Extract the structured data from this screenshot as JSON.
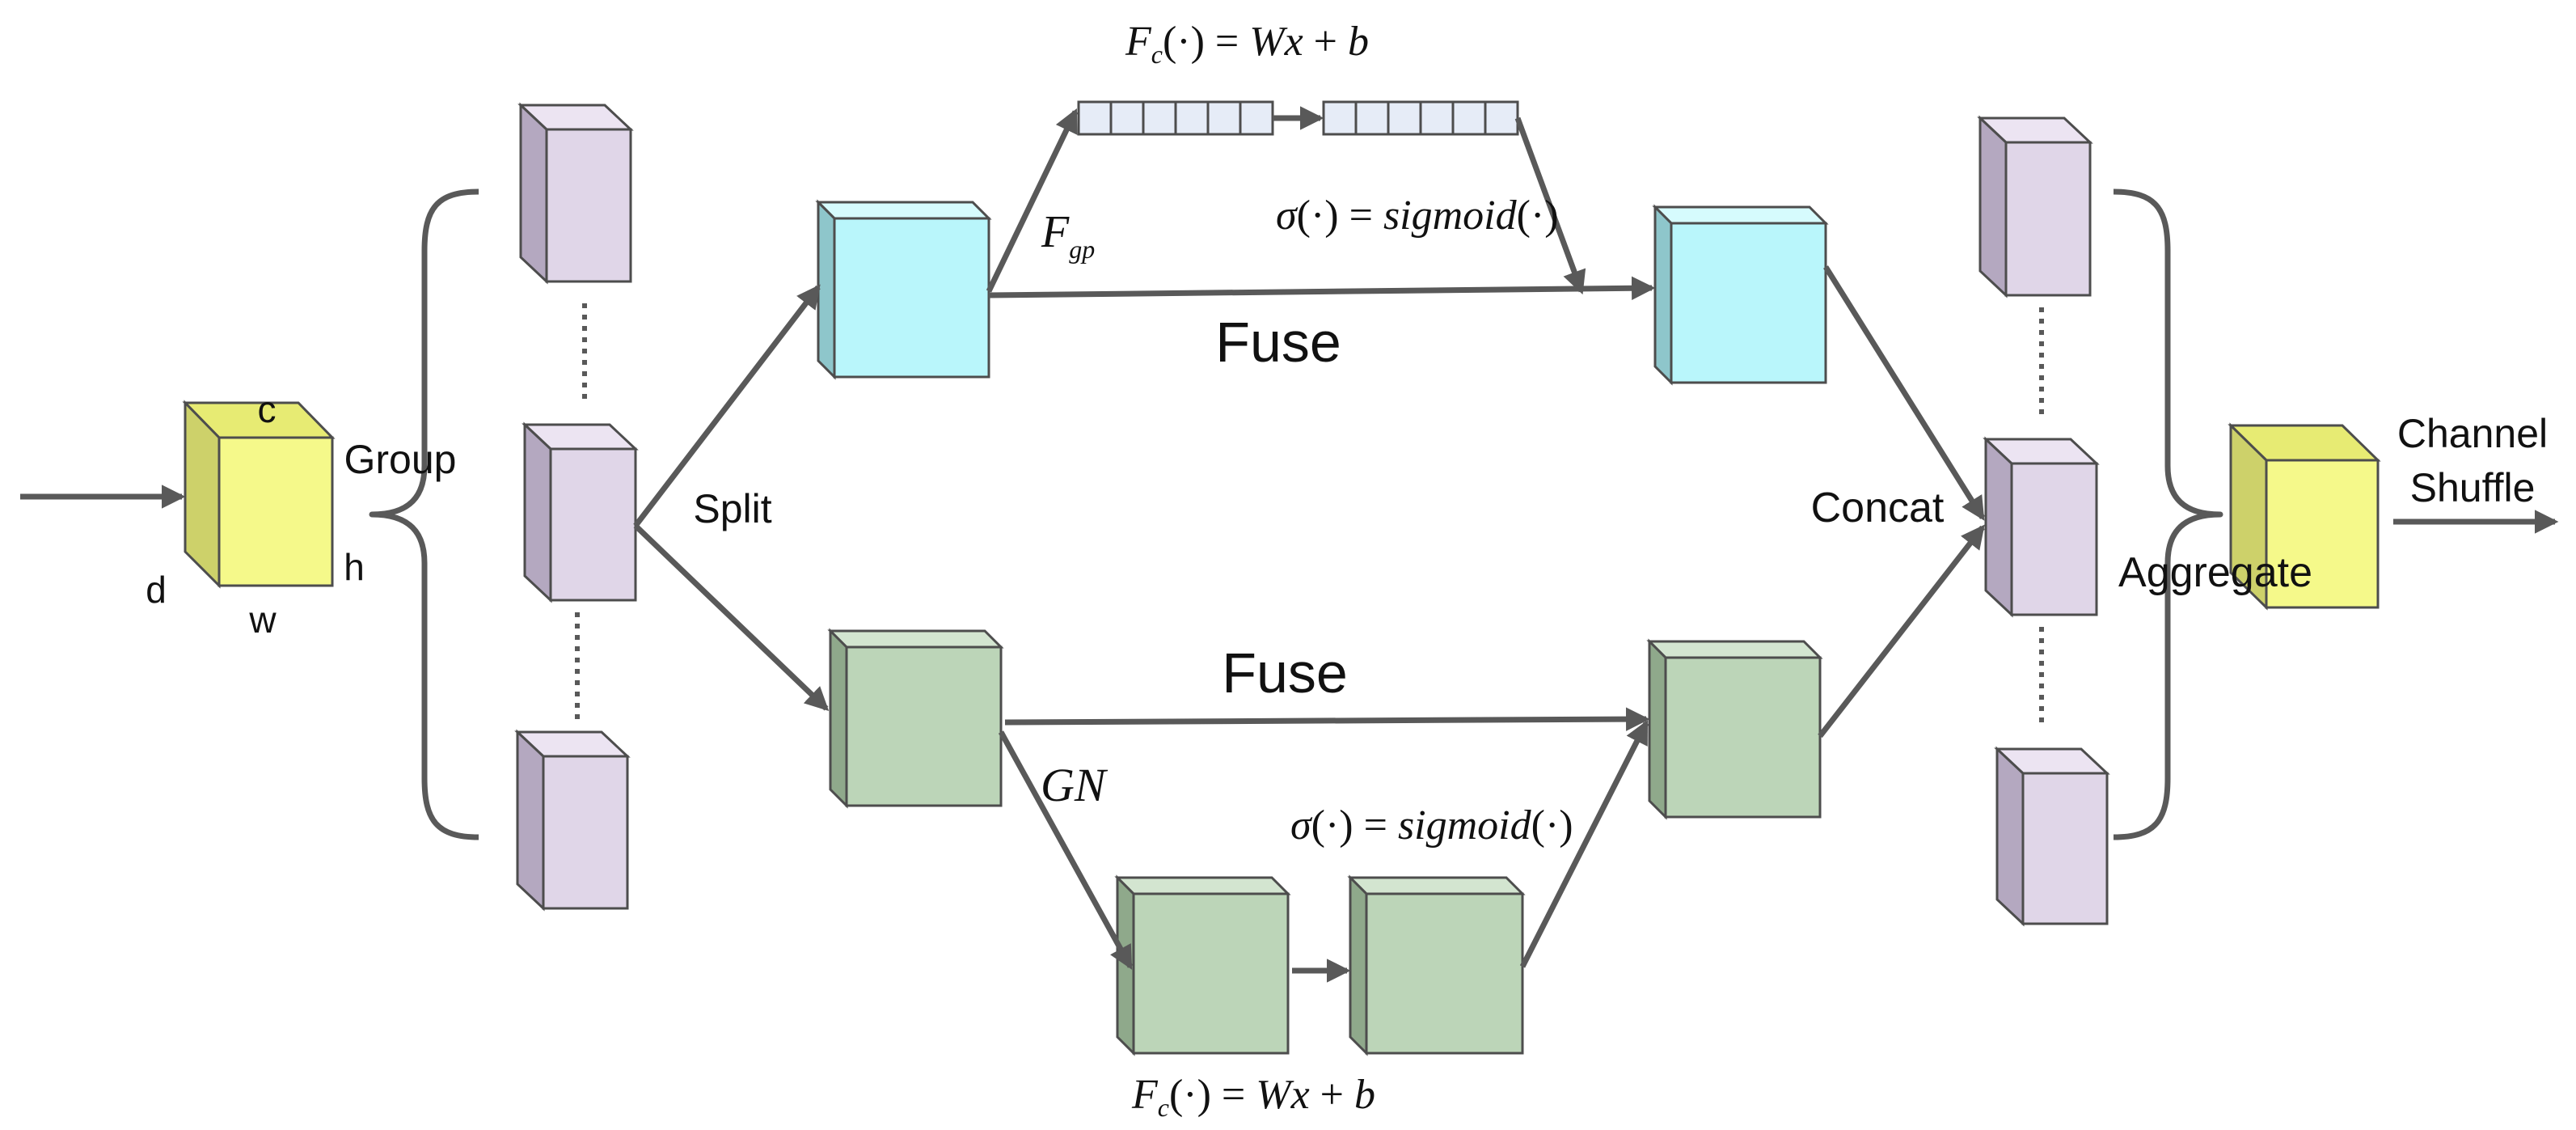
{
  "labels": {
    "input_c": "c",
    "input_h": "h",
    "input_d": "d",
    "input_w": "w",
    "group": "Group",
    "split": "Split",
    "fuse_top": "Fuse",
    "fuse_bottom": "Fuse",
    "concat": "Concat",
    "aggregate": "Aggregate",
    "channel": "Channel",
    "shuffle": "Shuffle"
  },
  "formulas": {
    "fc_top": {
      "F": "F",
      "sub": "c",
      "rest": "(·) = ",
      "W": "Wx",
      "plus": " + ",
      "b": "b"
    },
    "fgp": {
      "F": "F",
      "sub": "gp"
    },
    "sigma_top": {
      "sigma": "σ",
      "eq": "(·) = ",
      "fn": "sigmoid",
      "arg": "(·)"
    },
    "gn": "GN",
    "sigma_bottom": {
      "sigma": "σ",
      "eq": "(·) = ",
      "fn": "sigmoid",
      "arg": "(·)"
    },
    "fc_bottom": {
      "F": "F",
      "sub": "c",
      "rest": "(·) = ",
      "W": "Wx",
      "plus": " + ",
      "b": "b"
    }
  },
  "colors": {
    "input_block": "#f5f98a",
    "group_block": "#e0d6e8",
    "channel_branch": "#b9f6fb",
    "spatial_branch": "#bcd5b8",
    "vector_cell": "#e6ecf7",
    "arrow": "#595959"
  }
}
